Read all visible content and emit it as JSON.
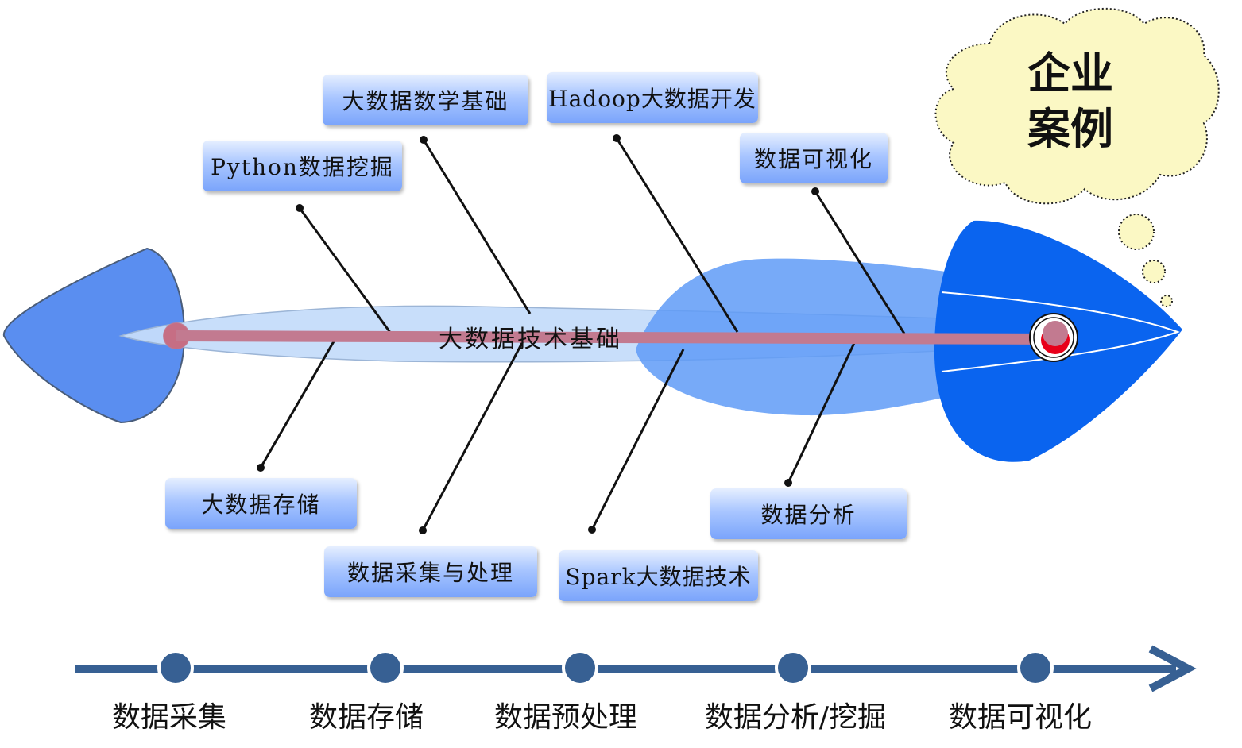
{
  "spine": {
    "label": "大数据技术基础"
  },
  "goal": {
    "line1": "企业",
    "line2": "案例"
  },
  "branches_top": [
    {
      "label": "Python数据挖掘"
    },
    {
      "label": "大数据数学基础"
    },
    {
      "label": "Hadoop大数据开发"
    },
    {
      "label": "数据可视化"
    }
  ],
  "branches_bottom": [
    {
      "label": "大数据存储"
    },
    {
      "label": "数据采集与处理"
    },
    {
      "label": "Spark大数据技术"
    },
    {
      "label": "数据分析"
    }
  ],
  "timeline": [
    {
      "label": "数据采集"
    },
    {
      "label": "数据存储"
    },
    {
      "label": "数据预处理"
    },
    {
      "label": "数据分析/挖掘"
    },
    {
      "label": "数据可视化"
    }
  ],
  "colors": {
    "tail": "#5a8ef0",
    "body_light": "#c5dcfa",
    "body_mid": "#5f9bf7",
    "head": "#0a64ef",
    "spine": "#c27a90",
    "eye": "#e8001a",
    "cloud": "#fbf8c4",
    "timeline": "#376093",
    "box_top": "#e6efff",
    "box_bottom": "#7aa4fb"
  }
}
